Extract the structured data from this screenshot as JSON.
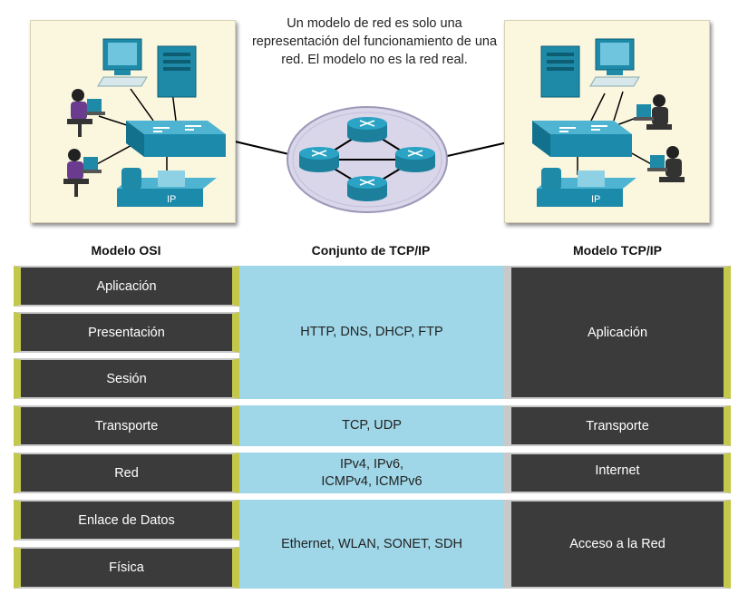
{
  "caption": "Un modelo de red es solo una representación del funcionamiento de una red. El modelo no es la red real.",
  "headings": {
    "osi": "Modelo OSI",
    "suite": "Conjunto de TCP/IP",
    "tcpip": "Modelo TCP/IP"
  },
  "osi_layers": [
    "Aplicación",
    "Presentación",
    "Sesión",
    "Transporte",
    "Red",
    "Enlace de Datos",
    "Física"
  ],
  "protocols": {
    "app": "HTTP, DNS, DHCP, FTP",
    "transport": "TCP, UDP",
    "network_line1": "IPv4, IPv6,",
    "network_line2": "ICMPv4, ICMPv6",
    "access": "Ethernet, WLAN, SONET, SDH"
  },
  "tcpip_layers": [
    "Aplicación",
    "Transporte",
    "Internet",
    "Acceso a la Red"
  ],
  "icons": {
    "phone_label": "IP",
    "phone_label_right": "IP"
  },
  "colors": {
    "layer_bg": "#3b3b3b",
    "accent": "#c4c84a",
    "band": "#9fd7e8",
    "device": "#1f8aa8",
    "panel": "#fbf7df"
  }
}
